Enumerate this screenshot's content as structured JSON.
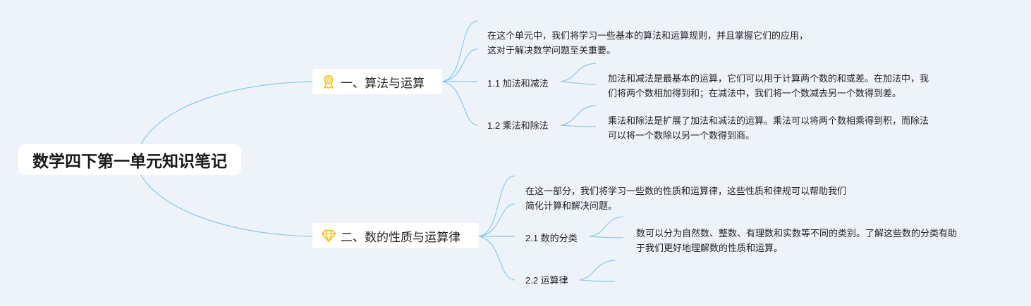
{
  "root": {
    "title": "数学四下第一单元知识笔记"
  },
  "branches": [
    {
      "title": "一、算法与运算",
      "icon": "ribbon-award-icon",
      "intro": [
        "在这个单元中，我们将学习一些基本的算法和运算规则，并且掌握它们的应用，",
        "这对于解决数学问题至关重要。"
      ],
      "subs": [
        {
          "label": "1.1 加法和减法",
          "detail": [
            "加法和减法是最基本的运算，它们可以用于计算两个数的和或差。在加法中，我",
            "们将两个数相加得到和；在减法中，我们将一个数减去另一个数得到差。"
          ]
        },
        {
          "label": "1.2 乘法和除法",
          "detail": [
            "乘法和除法是扩展了加法和减法的运算。乘法可以将两个数相乘得到积，而除法",
            "可以将一个数除以另一个数得到商。"
          ]
        }
      ]
    },
    {
      "title": "二、数的性质与运算律",
      "icon": "diamond-gem-icon",
      "intro": [
        "在这一部分，我们将学习一些数的性质和运算律，这些性质和律规可以帮助我们",
        "简化计算和解决问题。"
      ],
      "subs": [
        {
          "label": "2.1 数的分类",
          "detail": [
            "数可以分为自然数、整数、有理数和实数等不同的类别。了解这些数的分类有助",
            "于我们更好地理解数的性质和运算。"
          ]
        },
        {
          "label": "2.2 运算律",
          "detail": []
        }
      ]
    }
  ],
  "colors": {
    "background": "#eef3fa",
    "link": "#8ec8e8",
    "icon_gold": "#f5c518"
  }
}
